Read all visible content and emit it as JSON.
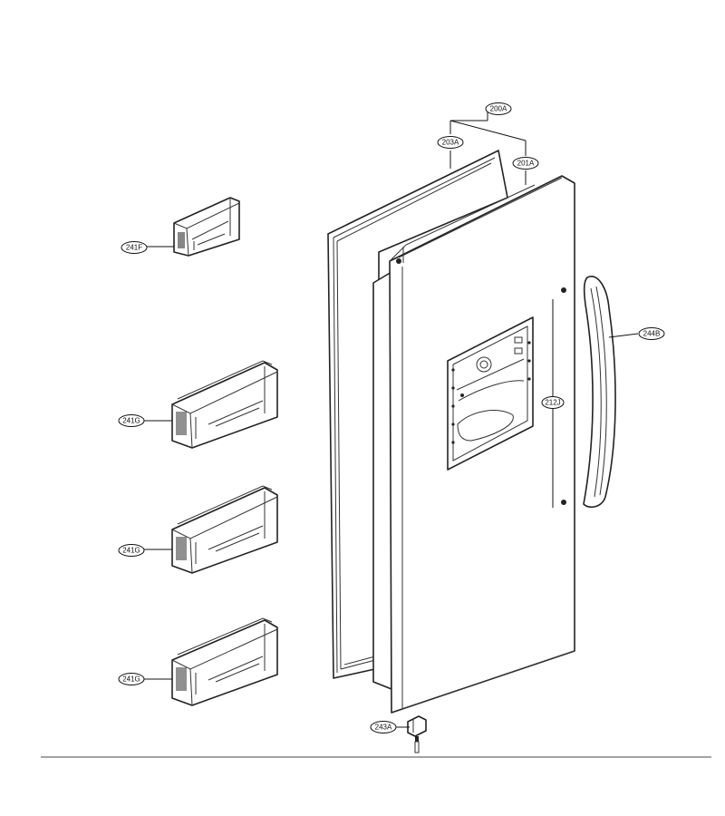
{
  "labels": {
    "door_assembly": "200A",
    "gasket": "203A",
    "door_foam": "201A",
    "basket_small": "241F",
    "basket_1": "241G",
    "basket_2": "241G",
    "basket_3": "241G",
    "handle": "244B",
    "handle_rail": "212J",
    "hinge": "243A"
  }
}
